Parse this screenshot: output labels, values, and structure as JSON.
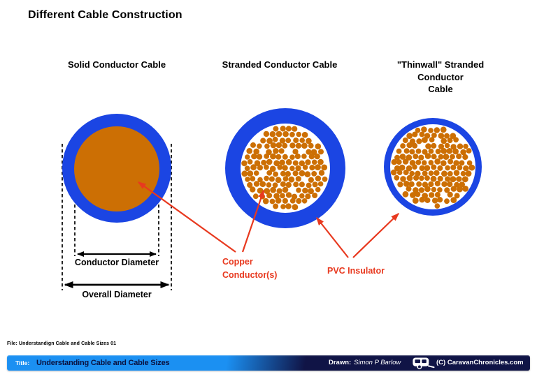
{
  "page": {
    "title": "Different Cable Construction"
  },
  "cables": [
    {
      "label": "Solid Conductor Cable",
      "type": "solid"
    },
    {
      "label": "Stranded Conductor Cable",
      "type": "stranded"
    },
    {
      "label": "\"Thinwall\" Stranded Conductor\nCable",
      "type": "thinwall-stranded"
    }
  ],
  "dimension_labels": {
    "conductor": "Conductor Diameter",
    "overall": "Overall Diameter"
  },
  "callouts": {
    "copper": "Copper\nConductor(s)",
    "pvc": "PVC Insulator"
  },
  "file_line": "File: Understandign Cable and Cable Sizes 01",
  "footer": {
    "title_label": "Title:",
    "title": "Understanding Cable and Cable Sizes",
    "drawn_label": "Drawn:",
    "drawn_by": "Simon P Barlow",
    "copyright": "(C) CaravanChronicles.com"
  },
  "colors": {
    "insulator_blue": "#1B45E3",
    "copper_orange": "#CC6F04",
    "callout_red": "#E8391F",
    "footer_bright_blue": "#1B90F2",
    "footer_dark_navy": "#101446",
    "footer_title_text": "#0A1240"
  }
}
